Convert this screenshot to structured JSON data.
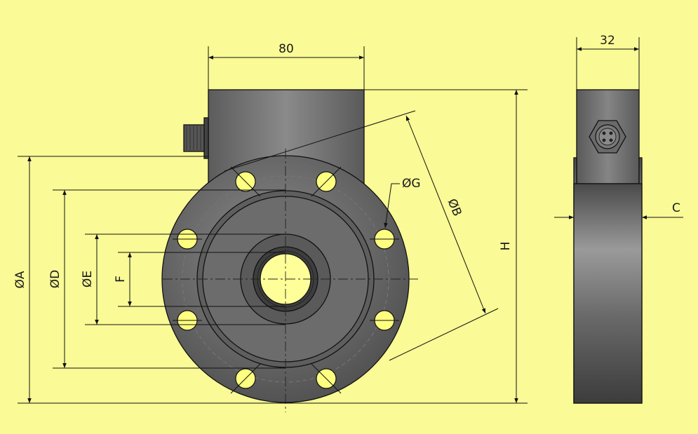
{
  "colors": {
    "background": "#fafa96",
    "body": "#6e6e6e",
    "body_dark": "#4a4a4a",
    "holes": "#ffff80"
  },
  "labels": {
    "width_top": "80",
    "width_side": "32",
    "dia_a": "ØA",
    "dia_b": "ØB",
    "dia_d": "ØD",
    "dia_e": "ØE",
    "dia_g": "ØG",
    "dim_f": "F",
    "dim_h": "H",
    "dim_c": "C"
  }
}
